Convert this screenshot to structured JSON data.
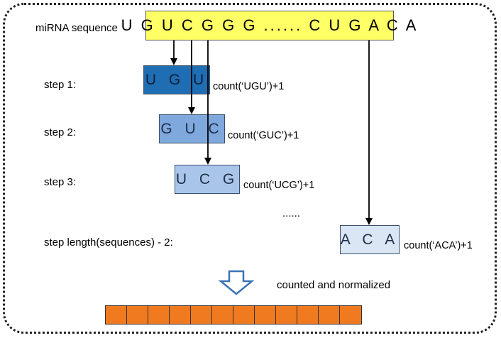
{
  "sequence": {
    "label": "miRNA sequence",
    "text": "U G U C G G G ...... C U G A C A"
  },
  "steps": [
    {
      "label": "step 1:",
      "triplet": "U G U",
      "count": "count(‘UGU’)+1",
      "color": "#1f6db3",
      "text_color": "#0d1f3a"
    },
    {
      "label": "step 2:",
      "triplet": "G U C",
      "count": "count(‘GUC’)+1",
      "color": "#7fa8dc",
      "text_color": "#1f2f4a"
    },
    {
      "label": "step 3:",
      "triplet": "U C G",
      "count": "count(‘UCG’)+1",
      "color": "#a9c6ea",
      "text_color": "#1f2f4a"
    },
    {
      "label": "step length(sequences) - 2:",
      "triplet": "A C A",
      "count": "count(‘ACA’)+1",
      "color": "#dbe6f5",
      "text_color": "#1f2f4a"
    }
  ],
  "ellipsis": "......",
  "result_label": "counted and normalized",
  "vector": {
    "cells": 12,
    "color": "#f07a1f"
  },
  "arrow_color": "#3a73b5"
}
